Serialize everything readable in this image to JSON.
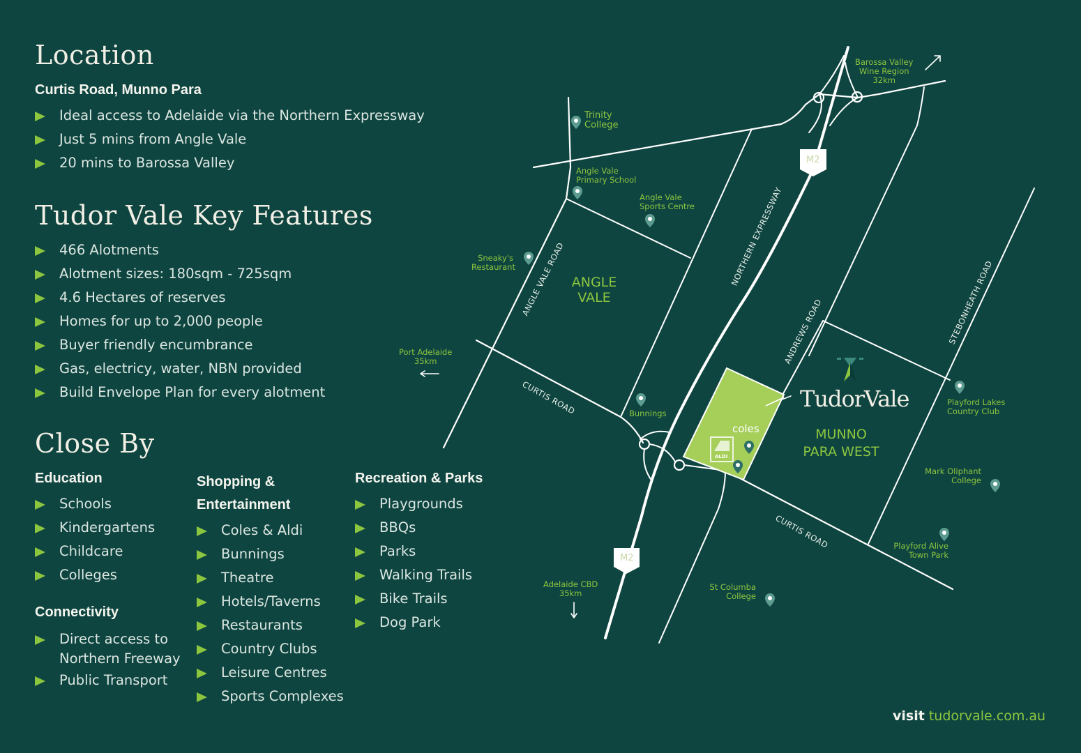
{
  "location": {
    "title": "Location",
    "subtitle": "Curtis Road, Munno Para",
    "items": [
      "Ideal access to Adelaide via the Northern Expressway",
      "Just 5 mins from Angle Vale",
      "20 mins to Barossa Valley"
    ]
  },
  "features": {
    "title": "Tudor Vale Key Features",
    "items": [
      "466 Alotments",
      "Alotment sizes: 180sqm - 725sqm",
      "4.6 Hectares of reserves",
      "Homes for up to 2,000 people",
      "Buyer friendly encumbrance",
      "Gas, electricy, water, NBN provided",
      "Build Envelope Plan for every alotment"
    ]
  },
  "close_by": {
    "title": "Close By",
    "education": {
      "title": "Education",
      "items": [
        "Schools",
        "Kindergartens",
        "Childcare",
        "Colleges"
      ]
    },
    "connectivity": {
      "title": "Connectivity",
      "items": [
        "Direct access to Northern Freeway",
        "Public Transport"
      ]
    },
    "shopping": {
      "title_line1": "Shopping &",
      "title_line2": "Entertainment",
      "items": [
        "Coles & Aldi",
        "Bunnings",
        "Theatre",
        "Hotels/Taverns",
        "Restaurants",
        "Country Clubs",
        "Leisure Centres",
        "Sports Complexes"
      ]
    },
    "recreation": {
      "title": "Recreation & Parks",
      "items": [
        "Playgrounds",
        "BBQs",
        "Parks",
        "Walking Trails",
        "Bike Trails",
        "Dog Park"
      ]
    }
  },
  "map": {
    "brand": "TudorVale",
    "regions": {
      "angle_vale_1": "ANGLE",
      "angle_vale_2": "VALE",
      "munno_1": "MUNNO",
      "munno_2": "PARA WEST"
    },
    "roads": {
      "northern_expressway": "NORTHERN EXPRESSWAY",
      "angle_vale_road": "ANGLE VALE ROAD",
      "curtis_road_west": "CURTIS ROAD",
      "curtis_road_east": "CURTIS ROAD",
      "andrews_road": "ANDREWS ROAD",
      "stebonheath_road": "STEBONHEATH ROAD"
    },
    "shields": {
      "north": "M2",
      "south": "M2"
    },
    "destinations": {
      "barossa_1": "Barossa Valley",
      "barossa_2": "Wine Region",
      "barossa_3": "32km",
      "port_adelaide_1": "Port Adelaide",
      "port_adelaide_2": "35km",
      "adelaide_cbd_1": "Adelaide CBD",
      "adelaide_cbd_2": "35km"
    },
    "pois": {
      "trinity_1": "Trinity",
      "trinity_2": "College",
      "avps_1": "Angle Vale",
      "avps_2": "Primary School",
      "avsc_1": "Angle Vale",
      "avsc_2": "Sports Centre",
      "sneakys_1": "Sneaky's",
      "sneakys_2": "Restaurant",
      "bunnings": "Bunnings",
      "coles": "coles",
      "aldi": "ALDI",
      "playford_lakes_1": "Playford Lakes",
      "playford_lakes_2": "Country Club",
      "mark_oliphant_1": "Mark Oliphant",
      "mark_oliphant_2": "College",
      "playford_alive_1": "Playford Alive",
      "playford_alive_2": "Town Park",
      "st_columba_1": "St Columba",
      "st_columba_2": "College"
    },
    "colors": {
      "background": "#0f4540",
      "accent": "#8cc63f",
      "site": "#a6cf5a",
      "road": "#ffffff"
    }
  },
  "footer": {
    "visit": "visit",
    "url": "tudorvale.com.au"
  }
}
